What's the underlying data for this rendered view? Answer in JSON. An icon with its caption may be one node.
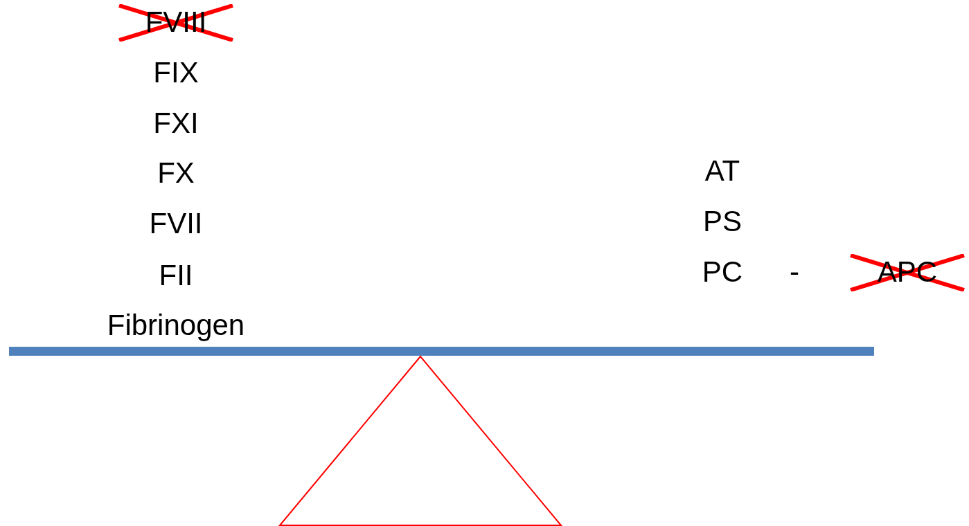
{
  "diagram": {
    "labels": [
      "FVIII",
      "FIX",
      "FXI",
      "FX",
      "FVII",
      "FII",
      "Fibrinogen",
      "AT",
      "PS",
      "PC",
      "-",
      "APC"
    ]
  }
}
